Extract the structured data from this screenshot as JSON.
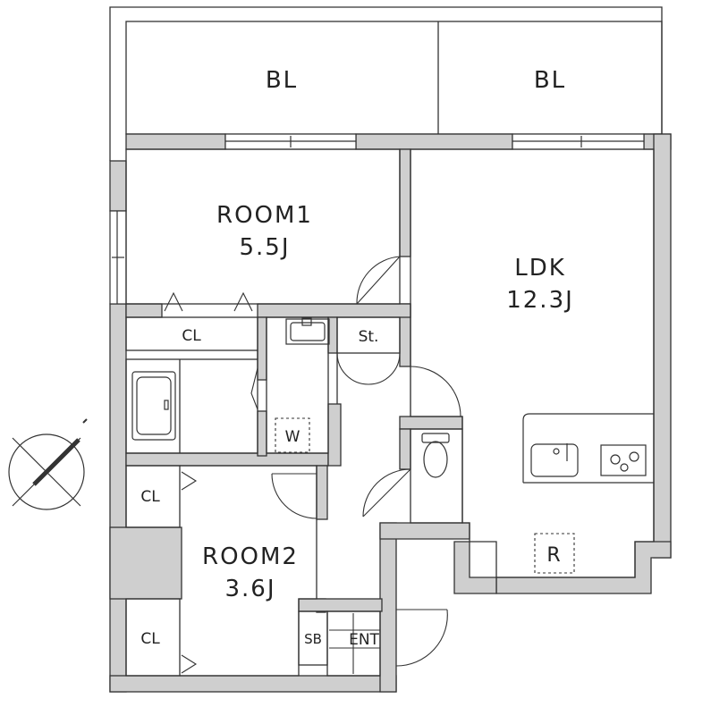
{
  "rooms": {
    "balcony_left": {
      "label": "BL"
    },
    "balcony_right": {
      "label": "BL"
    },
    "room1": {
      "name": "ROOM1",
      "size": "5.5J"
    },
    "ldk": {
      "name": "LDK",
      "size": "12.3J"
    },
    "room2": {
      "name": "ROOM2",
      "size": "3.6J"
    },
    "closet_room1": {
      "label": "CL"
    },
    "storage": {
      "label": "St."
    },
    "washer": {
      "label": "W"
    },
    "closet_room2_upper": {
      "label": "CL"
    },
    "closet_room2_lower": {
      "label": "CL"
    },
    "shoe_box": {
      "label": "SB"
    },
    "entrance": {
      "label": "ENT"
    },
    "fridge": {
      "label": "R"
    }
  },
  "colors": {
    "wall": "#cfcfcf",
    "line": "#333333",
    "background": "#ffffff"
  },
  "icons": [
    "compass-icon",
    "bathtub-icon",
    "toilet-icon",
    "sink-icon",
    "stove-icon",
    "washbasin-icon"
  ]
}
